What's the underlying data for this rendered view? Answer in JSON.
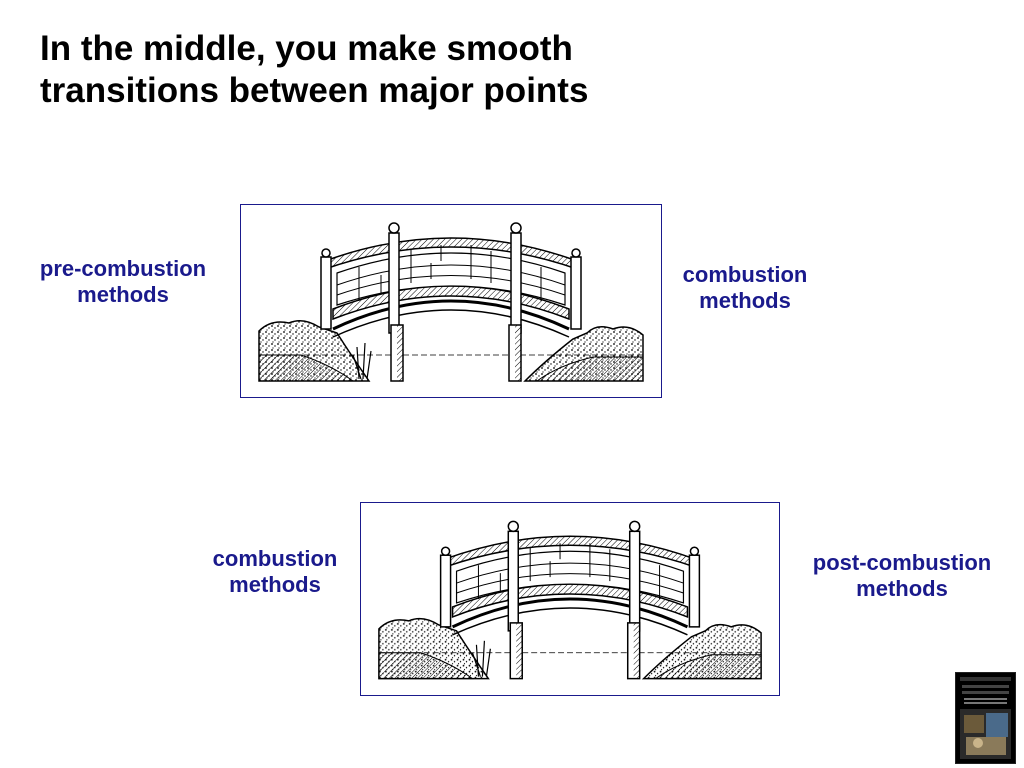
{
  "slide": {
    "title_lines": [
      "In the middle, you make smooth",
      "transitions between major points"
    ],
    "accent_color": "#1a1a8c"
  },
  "bridge1": {
    "left_label": [
      "pre-combustion",
      "methods"
    ],
    "right_label": [
      "combustion",
      "methods"
    ]
  },
  "bridge2": {
    "left_label": [
      "combustion",
      "methods"
    ],
    "right_label": [
      "post-combustion",
      "methods"
    ]
  },
  "book": {
    "icon": "book-cover-icon"
  }
}
